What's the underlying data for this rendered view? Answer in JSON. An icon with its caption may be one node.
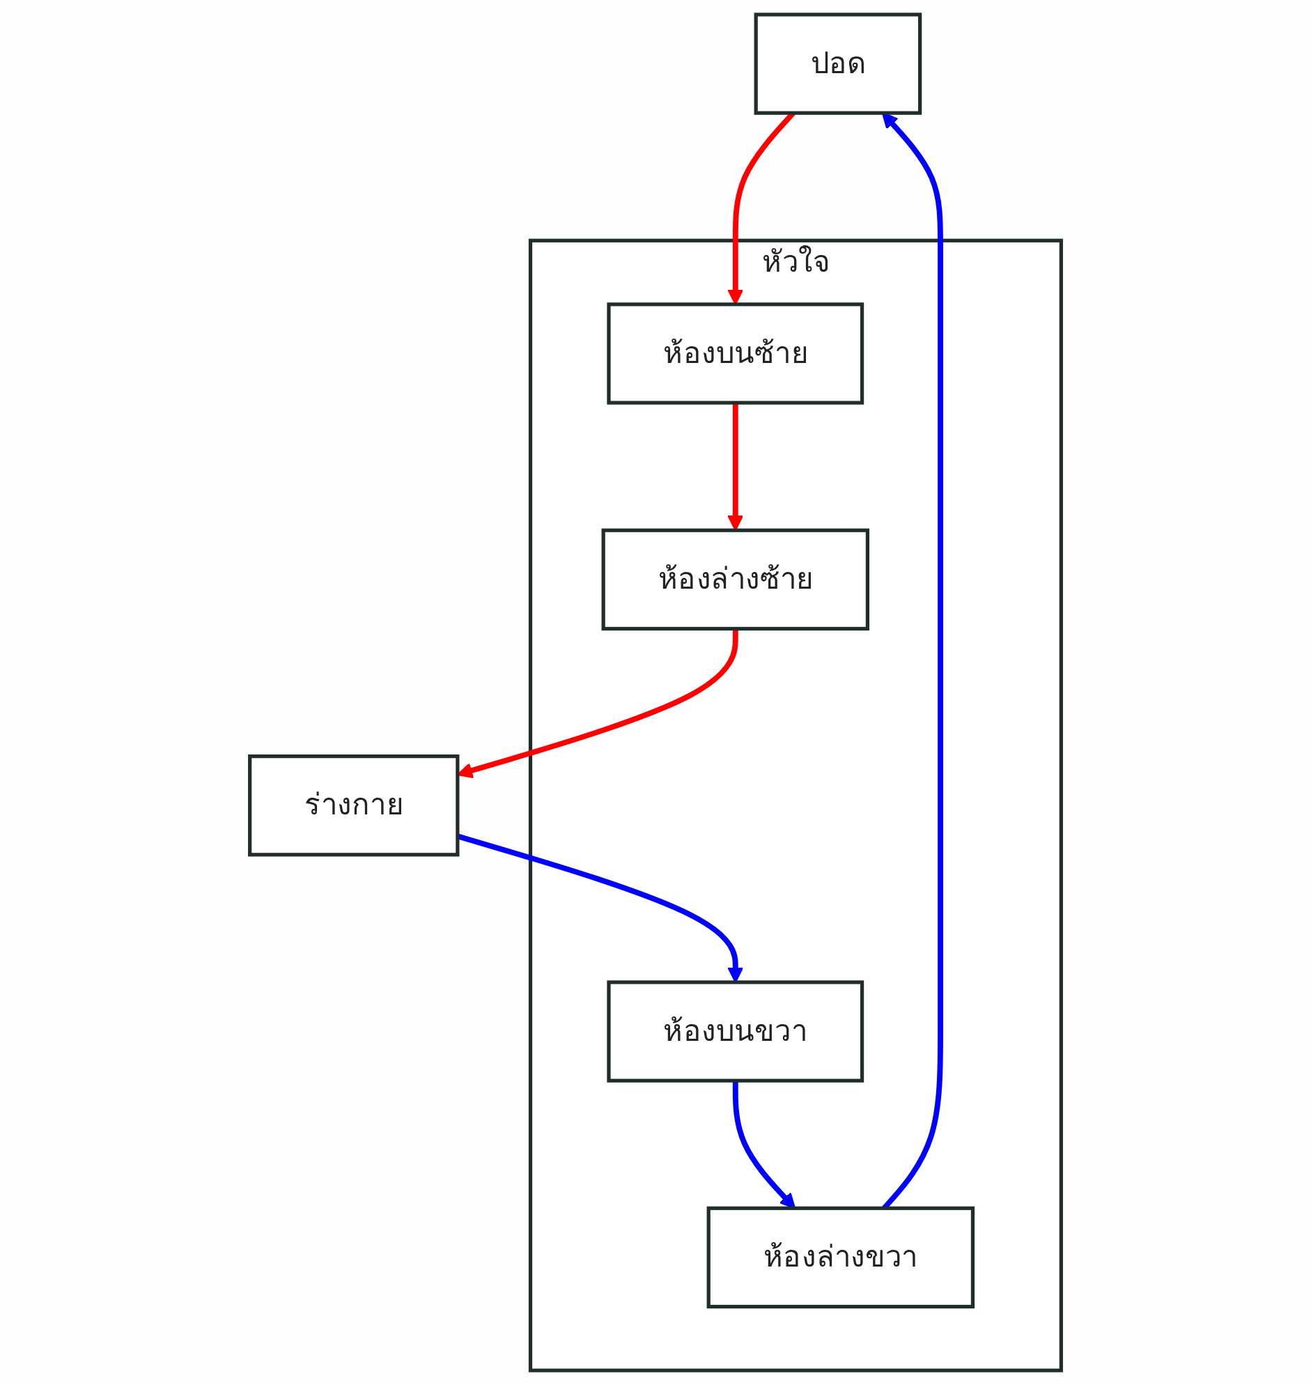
{
  "diagram": {
    "nodes": [
      {
        "text": [
          "ปอด"
        ]
      },
      {
        "text": [
          "หัวใจ"
        ]
      },
      {
        "text": [
          "ห้องบนขวา"
        ],
        "in": 1
      },
      {
        "text": [
          "ห้องบนซ้าย"
        ],
        "in": 1
      },
      {
        "text": [
          "ห้องล่างขวา"
        ],
        "in": 1
      },
      {
        "text": [
          "ห้องล่างซ้าย"
        ],
        "in": 1
      },
      {
        "text": [
          "ร่างกาย"
        ]
      }
    ],
    "edges": [
      {
        "from": 4,
        "to": 0,
        "arrow": "to",
        "color": "#0000ff"
      },
      {
        "from": 6,
        "to": 2,
        "arrow": "to",
        "color": "#0000ff"
      },
      {
        "from": 2,
        "to": 4,
        "arrow": "to",
        "color": "#0000ff"
      },
      {
        "from": 0,
        "to": 3,
        "arrow": "to",
        "color": "#ff0000"
      },
      {
        "from": 3,
        "to": 5,
        "arrow": "to",
        "color": "#ff0000"
      },
      {
        "from": 5,
        "to": 6,
        "arrow": "to",
        "color": "#ff0000"
      }
    ]
  }
}
